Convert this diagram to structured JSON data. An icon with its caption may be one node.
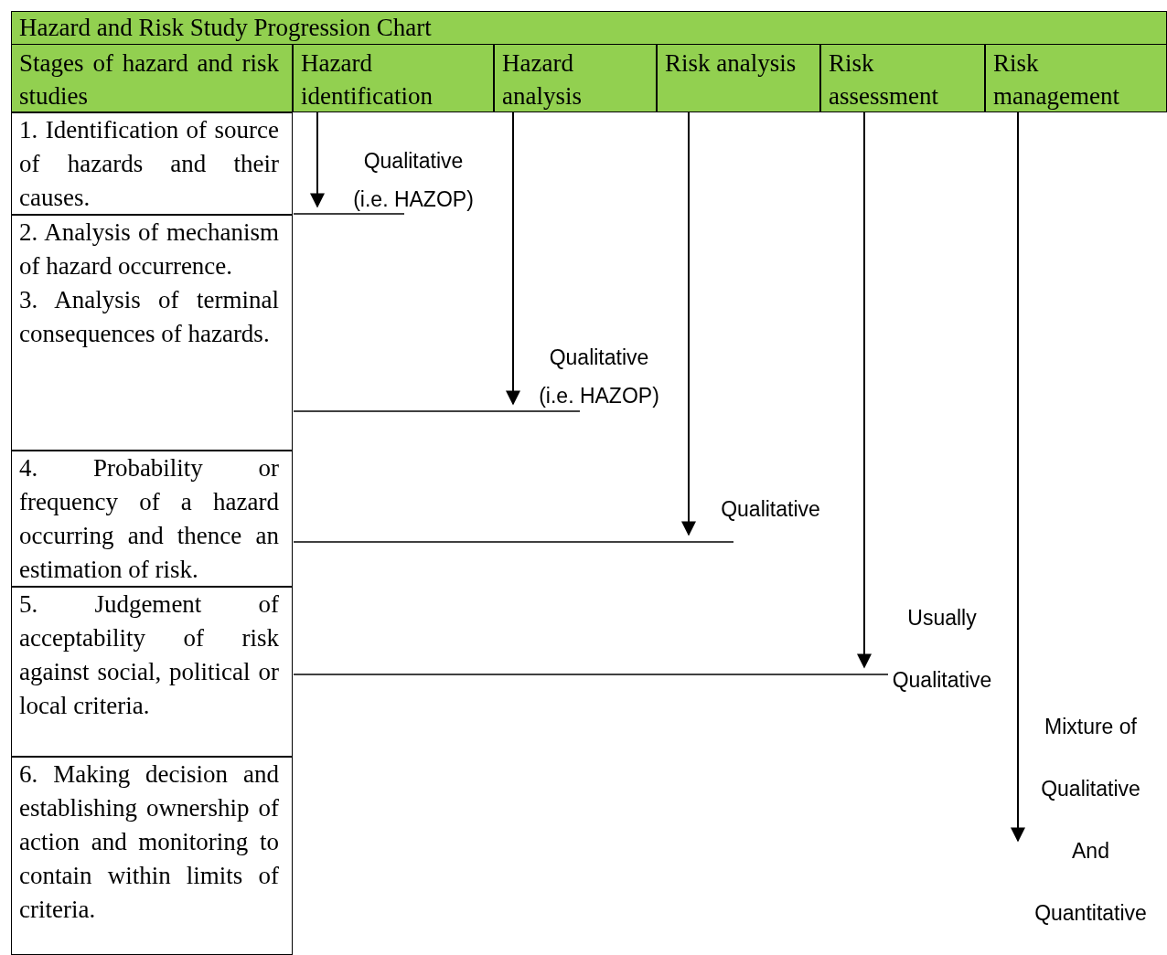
{
  "diagram": {
    "title": "Hazard and Risk Study Progression Chart",
    "nodes": [
      {
        "text": [
          "Stages of hazard and risk studies"
        ]
      },
      {
        "text": [
          "Hazard identification"
        ]
      },
      {
        "text": [
          "Hazard analysis"
        ]
      },
      {
        "text": [
          "Risk analysis"
        ]
      },
      {
        "text": [
          "Risk assessment"
        ]
      },
      {
        "text": [
          "Risk management"
        ]
      },
      {
        "text": [
          "1. Identification of source of hazards and their causes."
        ]
      },
      {
        "text": [
          "2. Analysis of mechanism of hazard occurrence.",
          "3. Analysis of terminal consequences of hazards."
        ]
      },
      {
        "text": [
          "4. Probability or frequency of a hazard occurring and thence an estimation of risk."
        ]
      },
      {
        "text": [
          "5. Judgement of acceptability of risk against social, political or local criteria."
        ]
      },
      {
        "text": [
          "6. Making decision and establishing ownership of action and monitoring to contain within limits of criteria."
        ]
      }
    ],
    "edges": [
      {
        "from": 1,
        "to": 6,
        "arrow": "to",
        "label": "Qualitative (i.e. HAZOP)"
      },
      {
        "from": 2,
        "to": null,
        "arrow": "to",
        "label": "Qualitative (i.e. HAZOP)"
      },
      {
        "from": 3,
        "to": null,
        "arrow": "to",
        "label": "Qualitative"
      },
      {
        "from": 4,
        "to": null,
        "arrow": "to",
        "label": "Usually Qualitative"
      },
      {
        "from": 5,
        "to": null,
        "arrow": "to",
        "label": "Mixture of Qualitative And Quantitative"
      }
    ]
  }
}
